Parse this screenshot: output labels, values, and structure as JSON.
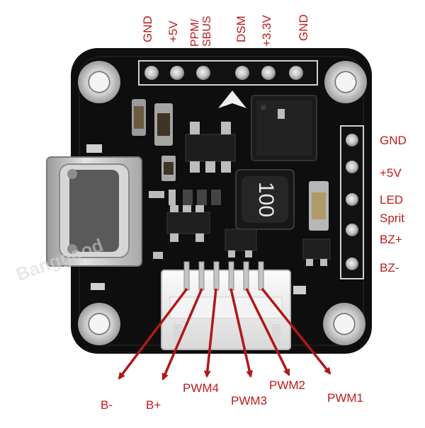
{
  "image": {
    "subject": "flight-controller-board-pinout",
    "colors": {
      "board": "#0e0e0e",
      "label": "#c21a1a",
      "arrow": "#b01818",
      "pad": "#c9c9c9",
      "connector": "#eeeeee"
    }
  },
  "top_header": {
    "pins": [
      "GND",
      "+5V",
      "PPM/\nSBUS",
      "DSM",
      "+3.3V",
      "GND"
    ],
    "ppm_line1": "PPM/",
    "ppm_line2": "SBUS"
  },
  "right_header": {
    "pins": [
      "GND",
      "+5V",
      "LED\nSprit",
      "BZ+",
      "BZ-"
    ],
    "led_line1": "LED",
    "led_line2": "Sprit"
  },
  "bottom_connector": {
    "pins": [
      "B-",
      "B+",
      "PWM4",
      "PWM3",
      "PWM2",
      "PWM1"
    ]
  },
  "inductor_marking": "100",
  "watermark": "Banggood"
}
